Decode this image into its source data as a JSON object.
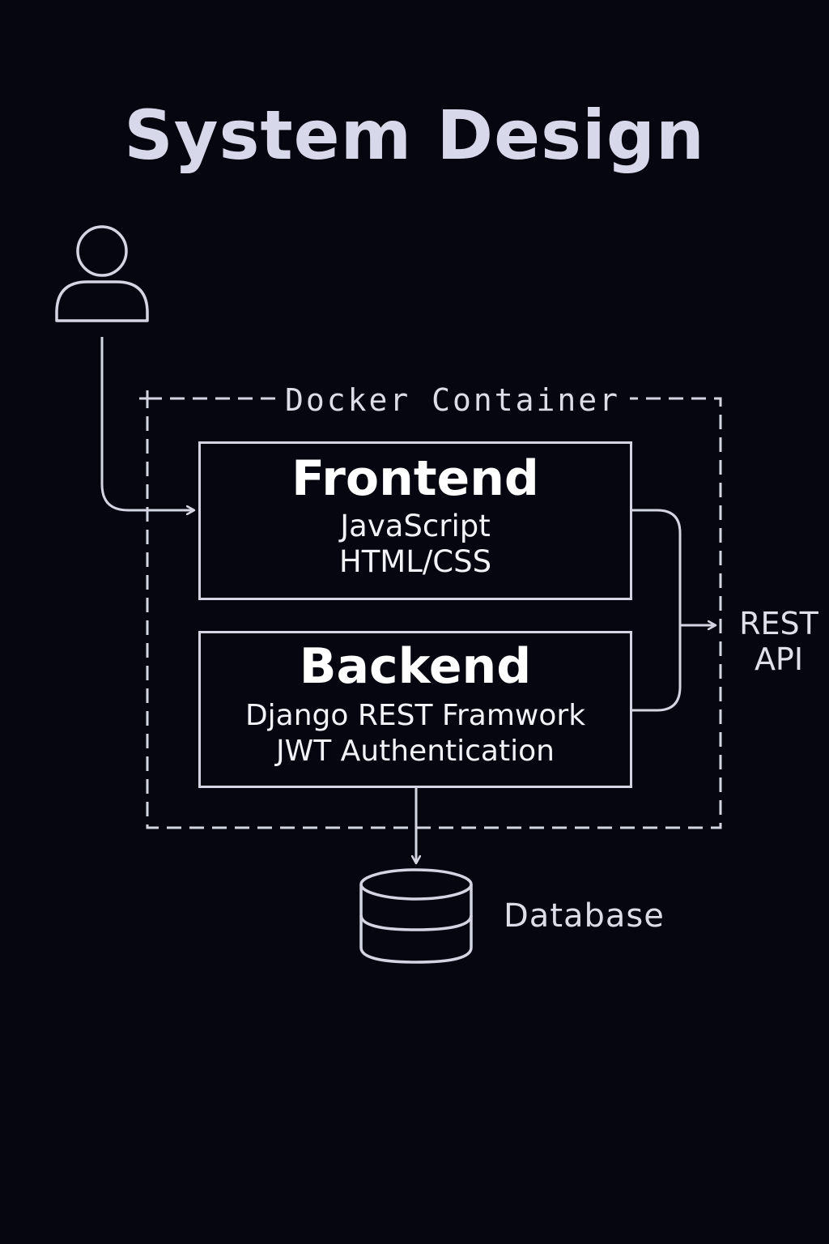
{
  "title": "System Design",
  "colors": {
    "background": "#05060f",
    "stroke": "#d4d5e2",
    "text": "#e4e4f0"
  },
  "nodes": {
    "user": {
      "icon": "user-icon"
    },
    "container": {
      "label": "Docker Container"
    },
    "frontend": {
      "title": "Frontend",
      "lines": [
        "JavaScript",
        "HTML/CSS"
      ]
    },
    "backend": {
      "title": "Backend",
      "lines": [
        "Django REST Framwork",
        "JWT Authentication"
      ]
    },
    "rest_api": {
      "lines": [
        "REST",
        "API"
      ]
    },
    "database": {
      "icon": "database-icon",
      "label": "Database"
    }
  },
  "edges": [
    {
      "from": "user",
      "to": "frontend"
    },
    {
      "from": "frontend",
      "to": "rest_api"
    },
    {
      "from": "backend",
      "to": "rest_api"
    },
    {
      "from": "backend",
      "to": "database"
    }
  ]
}
